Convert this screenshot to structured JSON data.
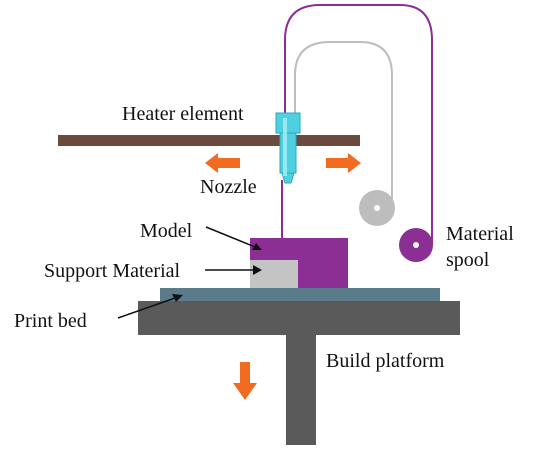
{
  "labels": {
    "heater_element": "Heater element",
    "nozzle": "Nozzle",
    "model": "Model",
    "support_material": "Support Material",
    "print_bed": "Print bed",
    "build_platform": "Build platform",
    "material_spool_line1": "Material",
    "material_spool_line2": "spool"
  },
  "colors": {
    "heater_bar": "#6b4a3e",
    "nozzle": "#4fd0e0",
    "arrows": "#f26b21",
    "model": "#8b2f94",
    "support": "#c4c4c4",
    "print_bed": "#5a7c8a",
    "platform": "#5a5a5a",
    "filament_purple": "#8b2f94",
    "filament_gray": "#bdbdbd",
    "spool_gray": "#bdbdbd",
    "spool_purple": "#8b2f94"
  }
}
